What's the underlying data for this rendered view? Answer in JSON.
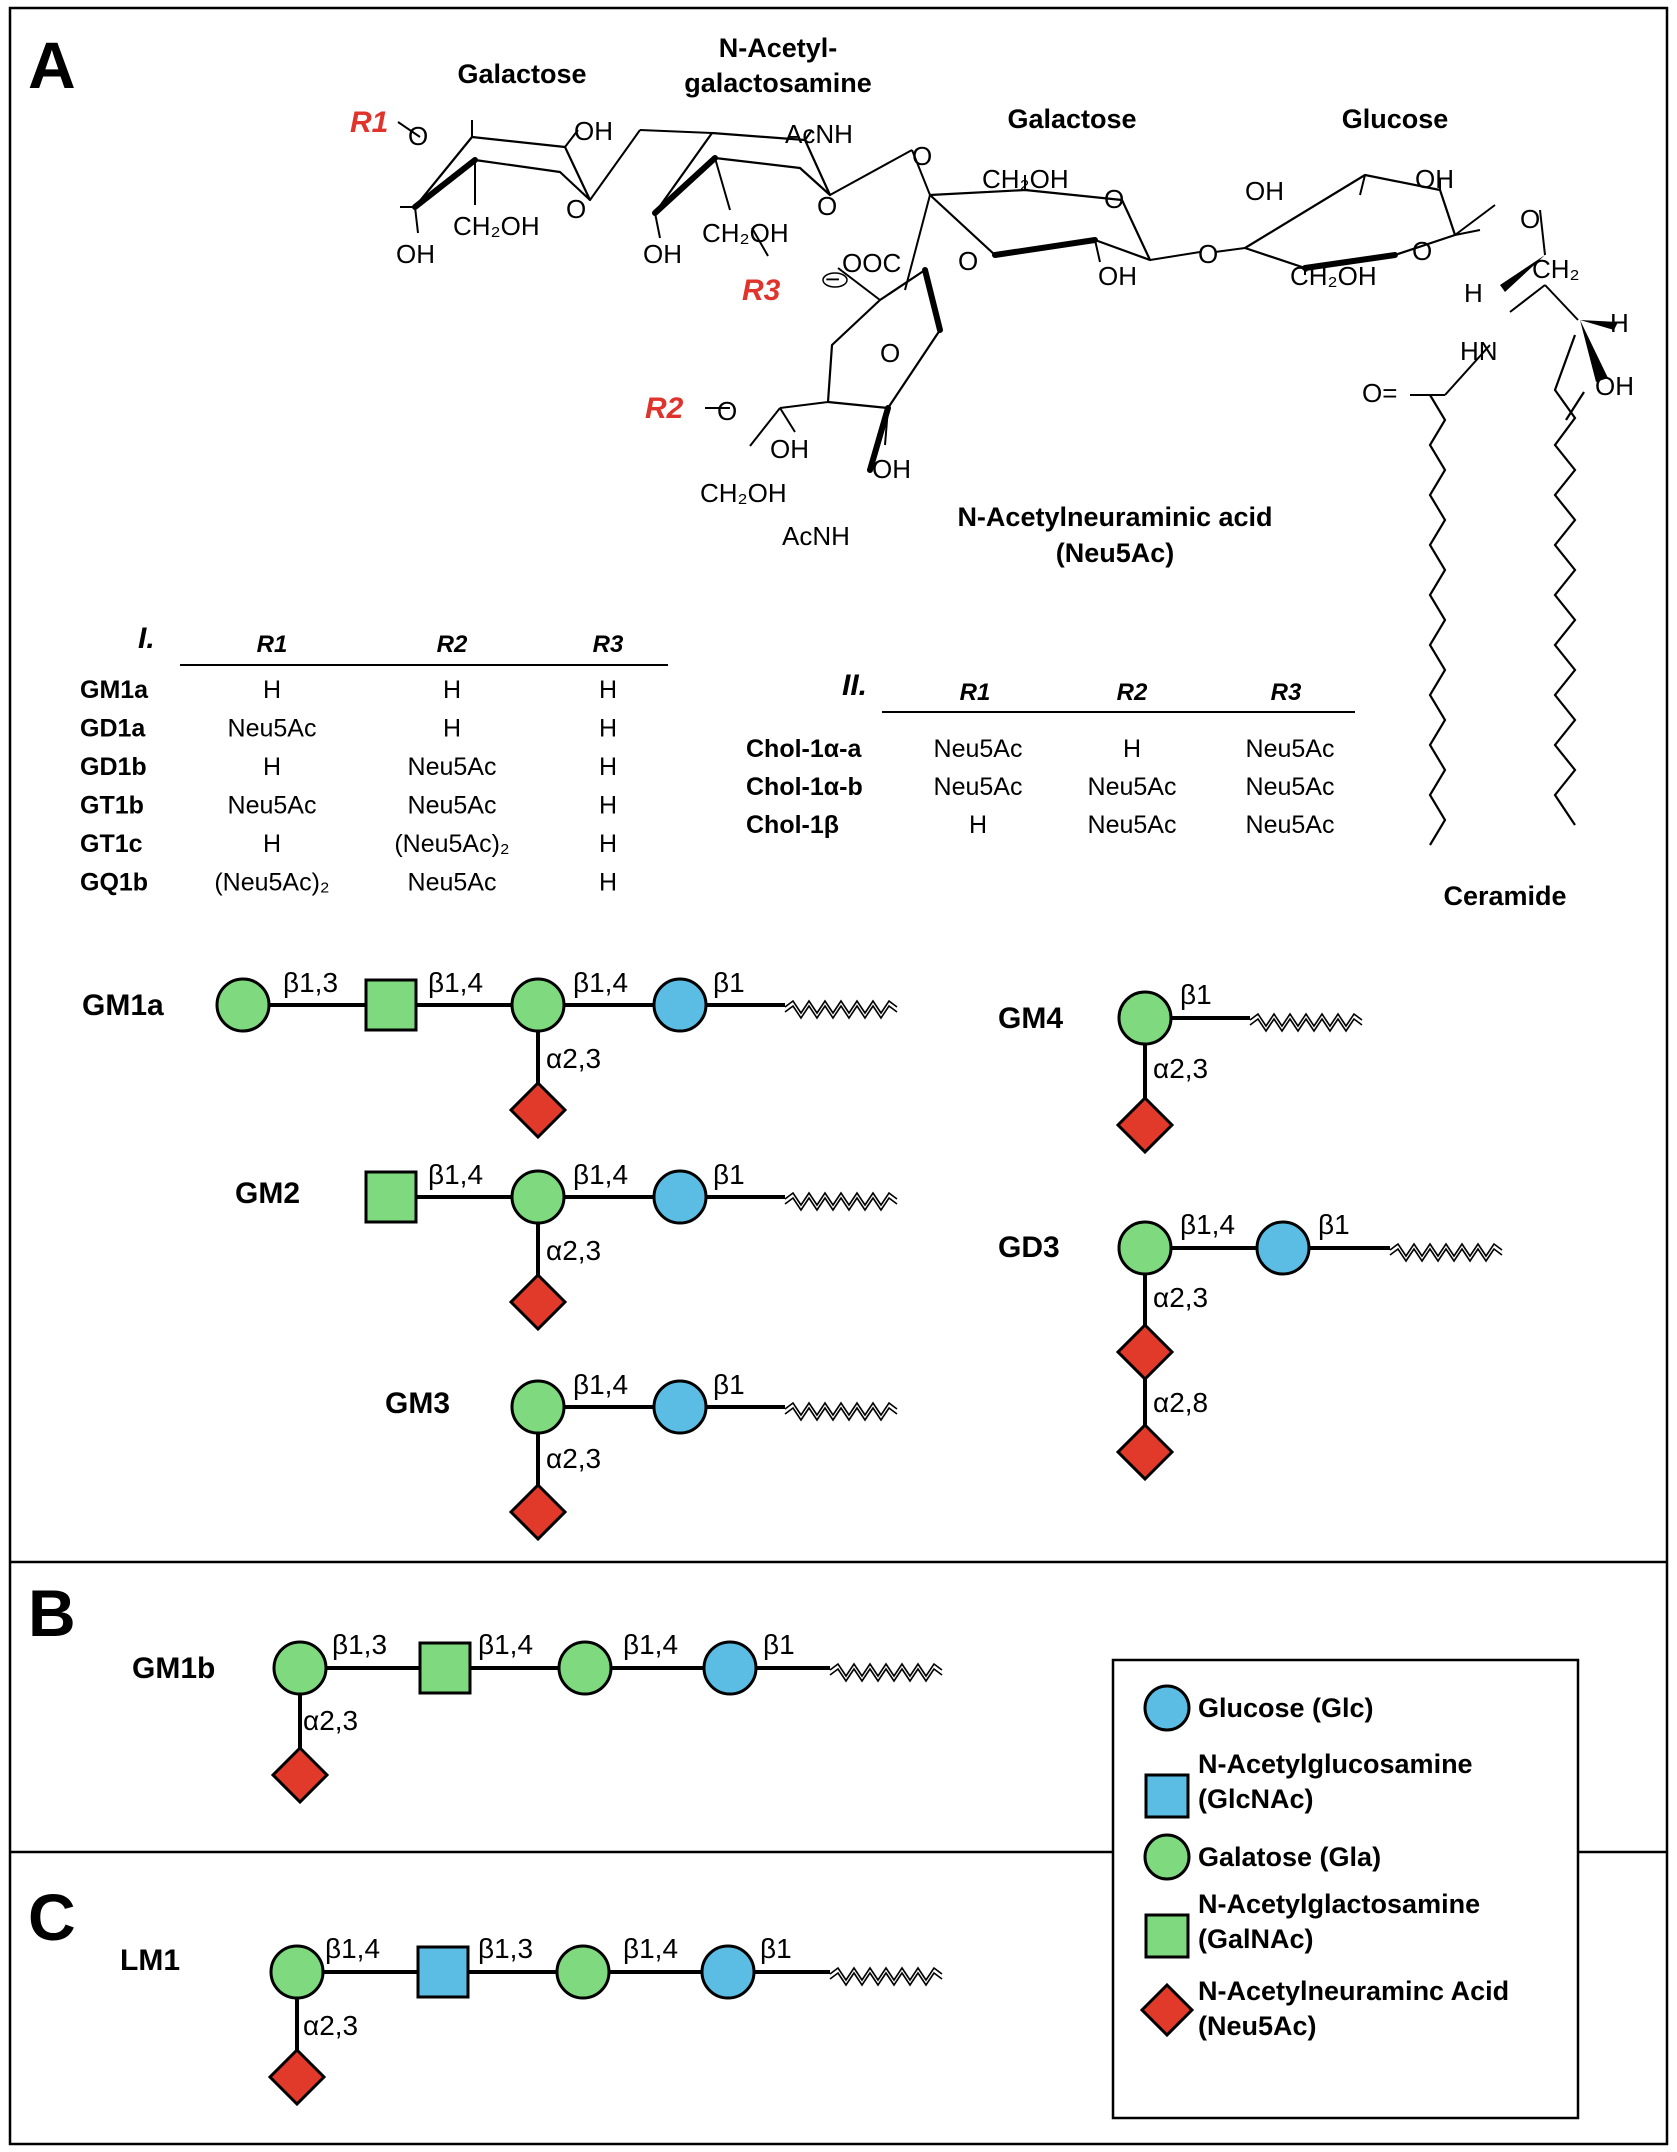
{
  "panels": {
    "a": "A",
    "b": "B",
    "c": "C"
  },
  "structure": {
    "sugars": {
      "galactose_terminal": "Galactose",
      "galnac_line1": "N-Acetyl-",
      "galnac_line2": "galactosamine",
      "galactose_inner": "Galactose",
      "glucose": "Glucose",
      "neu5ac_line1": "N-Acetylneuraminic acid",
      "neu5ac_line2": "(Neu5Ac)",
      "ceramide": "Ceramide"
    },
    "r_labels": {
      "r1": "R1",
      "r2": "R2",
      "r3": "R3"
    },
    "atoms": {
      "oh": "OH",
      "ch2oh": "CH₂OH",
      "acnh": "AcNH",
      "o": "O",
      "ooc": "OOC",
      "minus": "−",
      "ch2": "CH₂",
      "h": "H",
      "hn": "HN",
      "o_eq": "O="
    },
    "colors": {
      "r_label": "#e0332c"
    }
  },
  "table_i": {
    "roman": "I.",
    "headers": [
      "R1",
      "R2",
      "R3"
    ],
    "rows": [
      {
        "name": "GM1a",
        "r1": "H",
        "r2": "H",
        "r3": "H"
      },
      {
        "name": "GD1a",
        "r1": "Neu5Ac",
        "r2": "H",
        "r3": "H"
      },
      {
        "name": "GD1b",
        "r1": "H",
        "r2": "Neu5Ac",
        "r3": "H"
      },
      {
        "name": "GT1b",
        "r1": "Neu5Ac",
        "r2": "Neu5Ac",
        "r3": "H"
      },
      {
        "name": "GT1c",
        "r1": "H",
        "r2": "(Neu5Ac)₂",
        "r3": "H"
      },
      {
        "name": "GQ1b",
        "r1": "(Neu5Ac)₂",
        "r2": "Neu5Ac",
        "r3": "H"
      }
    ]
  },
  "table_ii": {
    "roman": "II.",
    "headers": [
      "R1",
      "R2",
      "R3"
    ],
    "rows": [
      {
        "name": "Chol-1α-a",
        "r1": "Neu5Ac",
        "r2": "H",
        "r3": "Neu5Ac"
      },
      {
        "name": "Chol-1α-b",
        "r1": "Neu5Ac",
        "r2": "Neu5Ac",
        "r3": "Neu5Ac"
      },
      {
        "name": "Chol-1β",
        "r1": "H",
        "r2": "Neu5Ac",
        "r3": "Neu5Ac"
      }
    ]
  },
  "glycans": {
    "gm1a": {
      "name": "GM1a",
      "links": [
        "β1,3",
        "β1,4",
        "β1,4",
        "β1",
        "α2,3"
      ]
    },
    "gm2": {
      "name": "GM2",
      "links": [
        "β1,4",
        "β1,4",
        "β1",
        "α2,3"
      ]
    },
    "gm3": {
      "name": "GM3",
      "links": [
        "β1,4",
        "β1",
        "α2,3"
      ]
    },
    "gm4": {
      "name": "GM4",
      "links": [
        "β1",
        "α2,3"
      ]
    },
    "gd3": {
      "name": "GD3",
      "links": [
        "β1,4",
        "β1",
        "α2,3",
        "α2,8"
      ]
    },
    "gm1b": {
      "name": "GM1b",
      "links": [
        "β1,3",
        "β1,4",
        "β1,4",
        "β1",
        "α2,3"
      ]
    },
    "lm1": {
      "name": "LM1",
      "links": [
        "β1,4",
        "β1,3",
        "β1,4",
        "β1",
        "α2,3"
      ]
    }
  },
  "legend": {
    "glc": "Glucose  (Glc)",
    "glcnac_1": "N-Acetylglucosamine",
    "glcnac_2": "(GlcNAc)",
    "gal": "Galatose  (Gla)",
    "galnac_1": "N-Acetylglactosamine",
    "galnac_2": "(GalNAc)",
    "neu5ac_1": "N-Acetylneuraminc Acid",
    "neu5ac_2": "(Neu5Ac)"
  },
  "colors": {
    "galactose_green": "#7fd97f",
    "glucose_blue": "#5bbde4",
    "neu5ac_red": "#e23a2a"
  }
}
